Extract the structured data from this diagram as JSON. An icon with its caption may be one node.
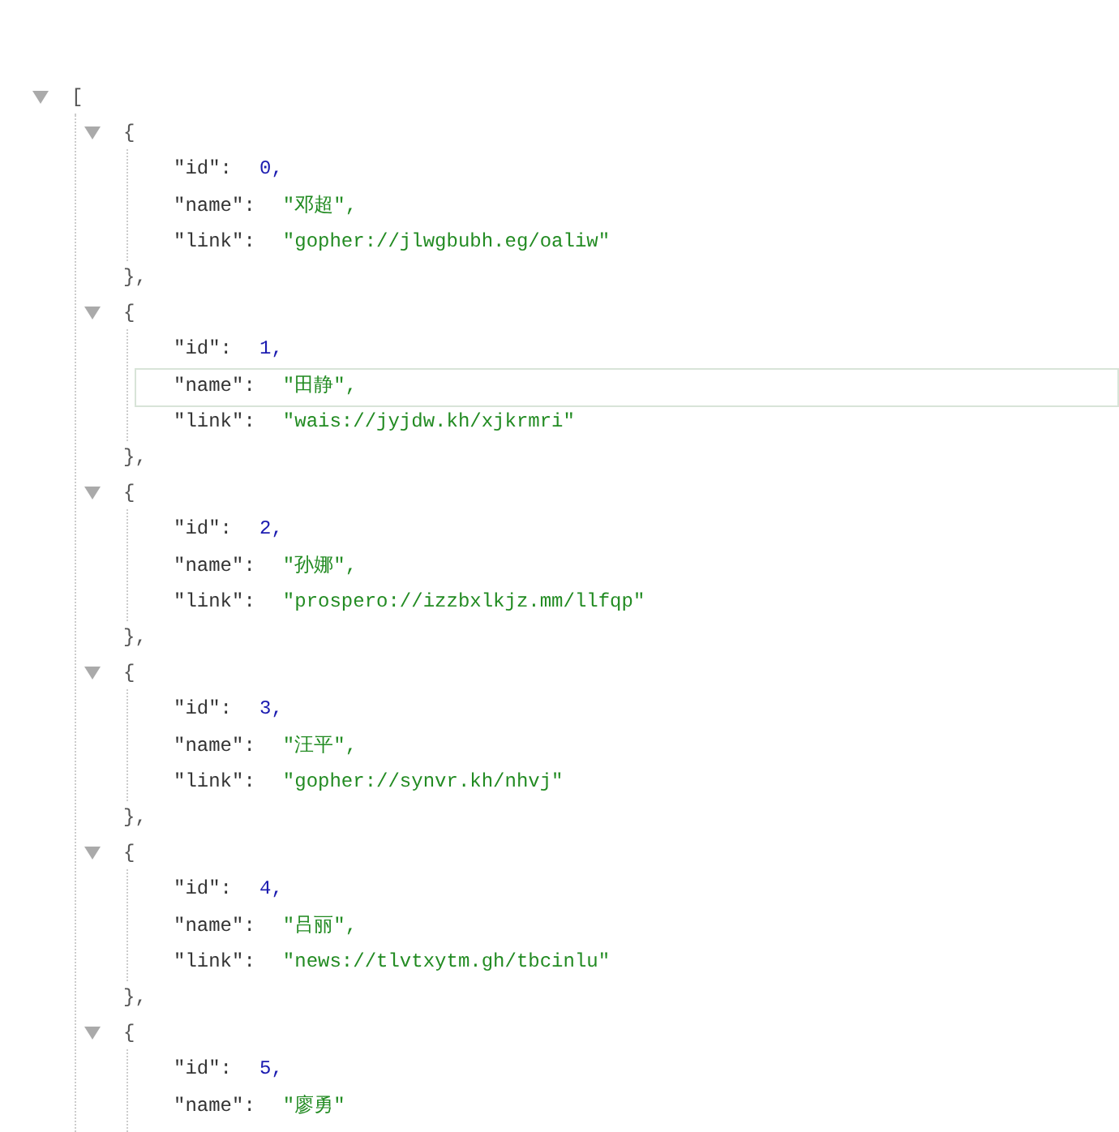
{
  "diagram": {
    "labels": [
      "[",
      "{",
      "\"id\":",
      "0,",
      "\"name\":",
      "\"邓超\",",
      "\"link\":",
      "\"gopher://jlwgbubh.eg/oaliw\"",
      "},",
      "{",
      "\"id\":",
      "1,",
      "\"name\":",
      "\"田静\",",
      "\"link\":",
      "\"wais://jyjdw.kh/xjkrmri\"",
      "},",
      "{",
      "\"id\":",
      "2,",
      "\"name\":",
      "\"孙娜\",",
      "\"link\":",
      "\"prospero://izzbxlkjz.mm/llfqp\"",
      "},",
      "{",
      "\"id\":",
      "3,",
      "\"name\":",
      "\"汪平\",",
      "\"link\":",
      "\"gopher://synvr.kh/nhvj\"",
      "},",
      "{",
      "\"id\":",
      "4,",
      "\"name\":",
      "\"吕丽\",",
      "\"link\":",
      "\"news://tlvtxytm.gh/tbcinlu\"",
      "},",
      "{",
      "\"id\":",
      "5,",
      "\"name\":",
      "\"廖勇\""
    ]
  }
}
